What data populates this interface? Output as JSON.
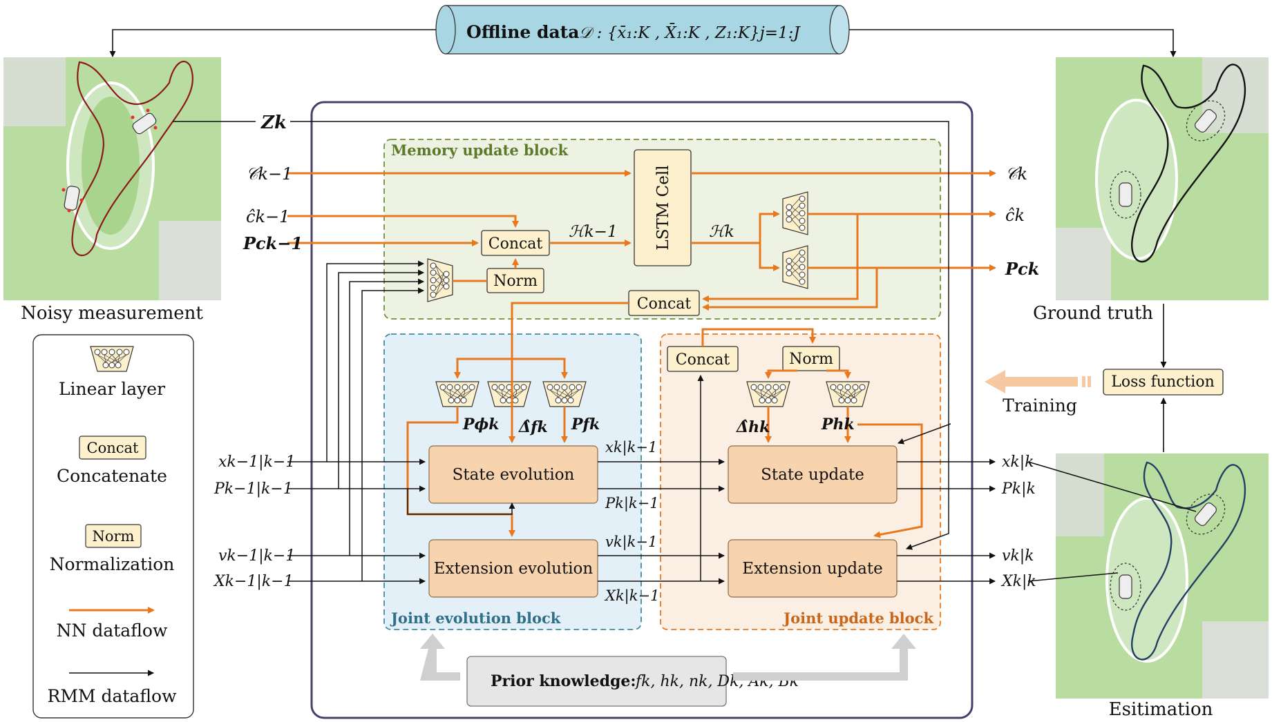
{
  "header": {
    "cylinder_label": "Offline data",
    "cylinder_math": "𝒟 : {x̄₁:K , X̄₁:K , Z₁:K}j=1:J"
  },
  "panels": {
    "noisy_measurement": "Noisy measurement",
    "ground_truth": "Ground truth",
    "estimation": "Esitimation"
  },
  "legend": {
    "linear_layer": "Linear layer",
    "concat_box": "Concat",
    "concatenate": "Concatenate",
    "norm_box": "Norm",
    "normalization": "Normalization",
    "nn_dataflow": "NN dataflow",
    "rmm_dataflow": "RMM dataflow"
  },
  "blocks": {
    "memory_update": "Memory update block",
    "joint_evolution": "Joint evolution block",
    "joint_update": "Joint update block"
  },
  "nodes": {
    "lstm_cell": "LSTM Cell",
    "concat_top": "Concat",
    "norm_top": "Norm",
    "concat_mid": "Concat",
    "concat_update": "Concat",
    "norm_update": "Norm",
    "state_evolution": "State evolution",
    "extension_evolution": "Extension evolution",
    "state_update": "State update",
    "extension_update": "Extension update",
    "loss_function": "Loss function",
    "training": "Training",
    "prior_knowledge": "Prior knowledge:",
    "prior_math": "fk, hk, nk, Dk, Ak, Bk"
  },
  "signals": {
    "z_k": "Zk",
    "c_km1": "𝒞k−1",
    "chat_km1": "ĉk−1",
    "pc_km1": "Pck−1",
    "x_prev": "xk−1|k−1",
    "p_prev": "Pk−1|k−1",
    "v_prev": "vk−1|k−1",
    "X_prev": "Xk−1|k−1",
    "h_km1": "ℋk−1",
    "h_k": "ℋk",
    "c_k": "𝒞k",
    "chat_k": "ĉk",
    "pc_k": "Pck",
    "x_pred": "xk|k−1",
    "p_pred": "Pk|k−1",
    "v_pred": "vk|k−1",
    "X_pred": "Xk|k−1",
    "x_post": "xk|k",
    "p_post": "Pk|k",
    "v_post": "vk|k",
    "X_post": "Xk|k",
    "p_phi": "Pϕk",
    "delta_f": "Δ̂fk",
    "p_f": "Pfk",
    "delta_h": "Δ̂hk",
    "p_h": "Phk"
  },
  "colors": {
    "nn_orange": "#e8781e",
    "memory_bg": "#eef2e3",
    "memory_border": "#6f8f3a",
    "evolution_bg": "#e4f0f7",
    "evolution_border": "#3f8aa5",
    "update_bg": "#fbeee3",
    "update_border": "#e8781e",
    "cylinder": "#a9d6e3",
    "box_fill": "#fdf0cc",
    "op_fill": "#f7d3ae",
    "outer_border": "#4b3d69"
  }
}
